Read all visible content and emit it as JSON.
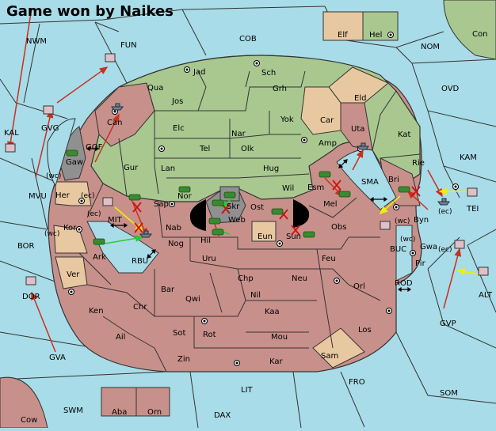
{
  "title": "Game won by Naikes",
  "colors": {
    "sea": "#a8dce8",
    "green": "#a8c890",
    "red": "#c8908a",
    "tan": "#e8c8a0",
    "gray": "#909090",
    "wall": "#000000"
  },
  "sea_labels": {
    "nwm": "NWM",
    "fun": "FUN",
    "cob": "COB",
    "nom": "NOM",
    "ovd": "OVD",
    "kam": "KAM",
    "tei": "TEI",
    "alt": "ALT",
    "gvp": "GVP",
    "som": "SOM",
    "fro": "FRO",
    "lit": "LIT",
    "dax": "DAX",
    "swm": "SWM",
    "gva": "GVA",
    "dor": "DOR",
    "bor": "BOR",
    "mvu": "MVU",
    "kal": "KAL",
    "gvg": "GVG",
    "gof": "GOF",
    "mit": "MIT",
    "rbu": "RBU",
    "sma": "SMA",
    "buc": "BUC",
    "rod": "ROD",
    "con": "Con",
    "cow": "Cow",
    "aba": "Aba",
    "orn": "Orn",
    "elf": "Elf",
    "hel": "Hel",
    "coast_wc1": "(wc)",
    "coast_ec1": "(ec)",
    "coast_ec2": "(ec)",
    "coast_wc2": "(wc)",
    "coast_wc3": "(wc)",
    "coast_ec3": "(ec)",
    "coast_wc4": "(wc)",
    "coast_ec4": "(ec)"
  },
  "territory_labels": {
    "jad": "Jad",
    "sch": "Sch",
    "qua": "Qua",
    "jos": "Jos",
    "grh": "Grh",
    "eld": "Eld",
    "can": "Can",
    "yok": "Yok",
    "car": "Car",
    "uta": "Uta",
    "elc": "Elc",
    "nar": "Nar",
    "kat": "Kat",
    "tel": "Tel",
    "olk": "Olk",
    "amp": "Amp",
    "gaw": "Gaw",
    "gur": "Gur",
    "lan": "Lan",
    "hug": "Hug",
    "rie": "Rie",
    "her": "Her",
    "wil": "Wil",
    "esm": "Esm",
    "bri": "Bri",
    "nor": "Nor",
    "skr": "Skr",
    "sap": "Sap",
    "ost": "Ost",
    "mel": "Mel",
    "web": "Web",
    "byn": "Byn",
    "kor": "Kor",
    "nab": "Nab",
    "eun": "Eun",
    "sun": "Sun",
    "obs": "Obs",
    "gwa": "Gwa",
    "hil": "Hil",
    "nog": "Nog",
    "pir": "Pir",
    "ark": "Ark",
    "uru": "Uru",
    "feu": "Feu",
    "ver": "Ver",
    "chp": "Chp",
    "neu": "Neu",
    "orl": "Orl",
    "bar": "Bar",
    "qwi": "Qwi",
    "nil": "Nil",
    "ken": "Ken",
    "chr": "Chr",
    "kaa": "Kaa",
    "ail": "Ail",
    "sot": "Sot",
    "rot": "Rot",
    "mou": "Mou",
    "los": "Los",
    "zin": "Zin",
    "kar": "Kar",
    "sam": "Sam"
  }
}
